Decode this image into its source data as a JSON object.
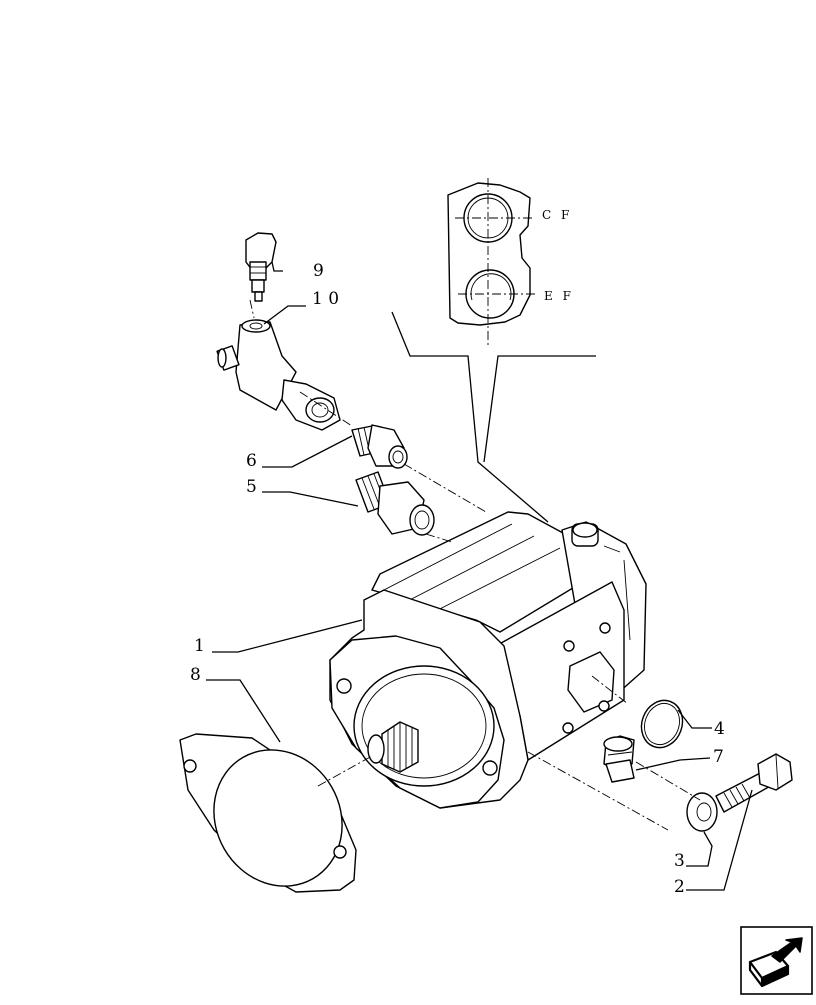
{
  "diagram": {
    "callouts": [
      {
        "id": "1",
        "label": "1"
      },
      {
        "id": "2",
        "label": "2"
      },
      {
        "id": "3",
        "label": "3"
      },
      {
        "id": "4",
        "label": "4"
      },
      {
        "id": "5",
        "label": "5"
      },
      {
        "id": "6",
        "label": "6"
      },
      {
        "id": "7",
        "label": "7"
      },
      {
        "id": "8",
        "label": "8"
      },
      {
        "id": "9",
        "label": "9"
      },
      {
        "id": "10",
        "label": "1 0"
      }
    ],
    "port_labels": {
      "cf": "C F",
      "ef": "E F"
    }
  },
  "navigation": {
    "icon": "next-page-arrow-icon"
  }
}
